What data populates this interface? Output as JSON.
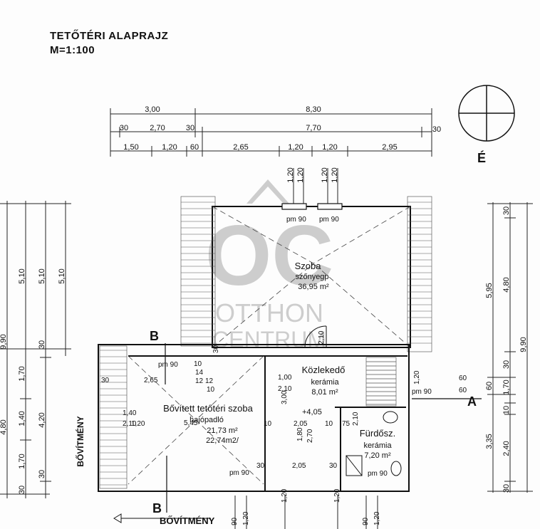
{
  "header": {
    "title": "TETŐTÉRI   ALAPRAJZ",
    "scale": "M=1:100"
  },
  "compass": {
    "north_label": "É"
  },
  "watermark": {
    "line1": "OTTHON",
    "line2": "CENTRUM",
    "logo": "OC"
  },
  "dims_top": {
    "row1": [
      "3,00",
      "8,30"
    ],
    "row2": [
      "30",
      "2,70",
      "30",
      "7,70",
      "30"
    ],
    "row3": [
      "1,50",
      "1,20",
      "60",
      "2,65",
      "1,20",
      "1,20",
      "2,95"
    ],
    "vertical": [
      "1,20",
      "1,20",
      "1,20",
      "1,20"
    ]
  },
  "dims_left": {
    "col1": [
      "9,90",
      "4,80"
    ],
    "col2": [
      "5,10",
      "1,70",
      "1,40",
      "1,70",
      "30"
    ],
    "col3": [
      "5,10",
      "30",
      "4,20",
      "30"
    ],
    "col4": [
      "5,10"
    ]
  },
  "dims_right": {
    "col1": [
      "5,95",
      "60",
      "3,35"
    ],
    "col2": [
      "30",
      "4,80",
      "30",
      "1,70",
      "10",
      "2,40",
      "30"
    ],
    "col3": [
      "9,90"
    ]
  },
  "section_marks": {
    "b": "B",
    "a": "A"
  },
  "extension_label": "BŐVÍTMÉNY",
  "rooms": {
    "szoba": {
      "name": "Szoba",
      "floor": "szőnyegp",
      "area": "36,95 m²"
    },
    "kozlekedo": {
      "name": "Közlekedő",
      "floor": "kerámia",
      "area": "8,01 m²"
    },
    "bovitett": {
      "name": "Bővített tetőtéri szoba",
      "floor": "hajópadló",
      "area": "21,73 m²",
      "area2": "22,74m2/"
    },
    "furdo": {
      "name": "Fürdősz.",
      "floor": "kerámia",
      "area": "7,20 m²"
    }
  },
  "labels": {
    "pm90": "pm 90",
    "elev": "+4,05",
    "inner": [
      "2,65",
      "1,20",
      "1,40",
      "2,10",
      "5,45",
      "1,00",
      "2,10",
      "3,00",
      "10",
      "2,05",
      "1,80",
      "2,70",
      "10",
      "75",
      "2,10",
      "2,05",
      "30",
      "30",
      "60",
      "60",
      "1,20",
      "2,10",
      "14",
      "12",
      "12",
      "10",
      "10",
      "30",
      "30"
    ],
    "bottom": [
      "90",
      "1,20",
      "1,20",
      "1,20",
      "90",
      "1,20"
    ]
  }
}
